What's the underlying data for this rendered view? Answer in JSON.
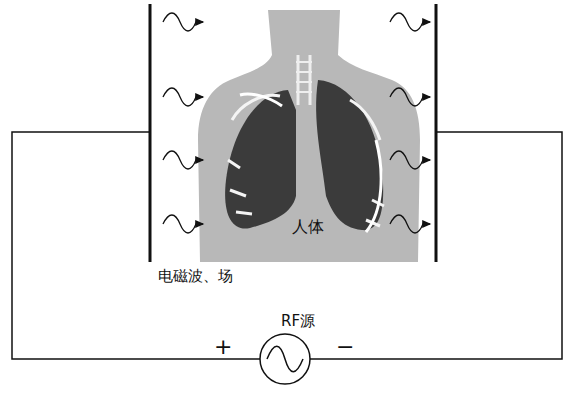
{
  "diagram": {
    "nodes": [
      {
        "text": [
          "人体"
        ]
      },
      {
        "text": [
          "RF源"
        ]
      }
    ],
    "labels": [
      "电磁波、场",
      "+",
      "−"
    ]
  }
}
